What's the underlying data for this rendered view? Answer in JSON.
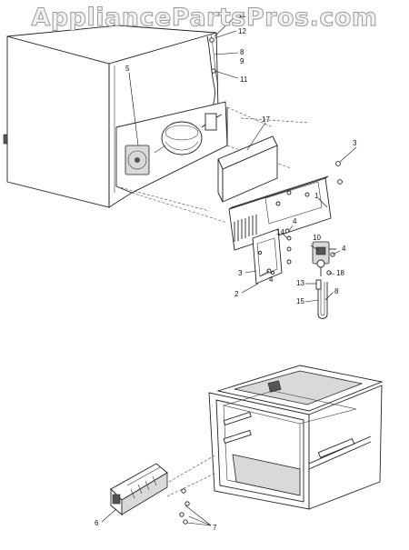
{
  "watermark": "AppliancePartsPros.com",
  "callouts": {
    "c11a": "11",
    "c12": "12",
    "c8a": "8",
    "c9": "9",
    "c11b": "11",
    "c5": "5",
    "c17": "17",
    "c3a": "3",
    "c1": "1",
    "c4a": "4",
    "c14": "14",
    "c10": "10",
    "c4b": "4",
    "c3b": "3",
    "c4c": "4",
    "c18": "18",
    "c2": "2",
    "c13": "13",
    "c8b": "8",
    "c15": "15",
    "c6": "6",
    "c7": "7"
  }
}
